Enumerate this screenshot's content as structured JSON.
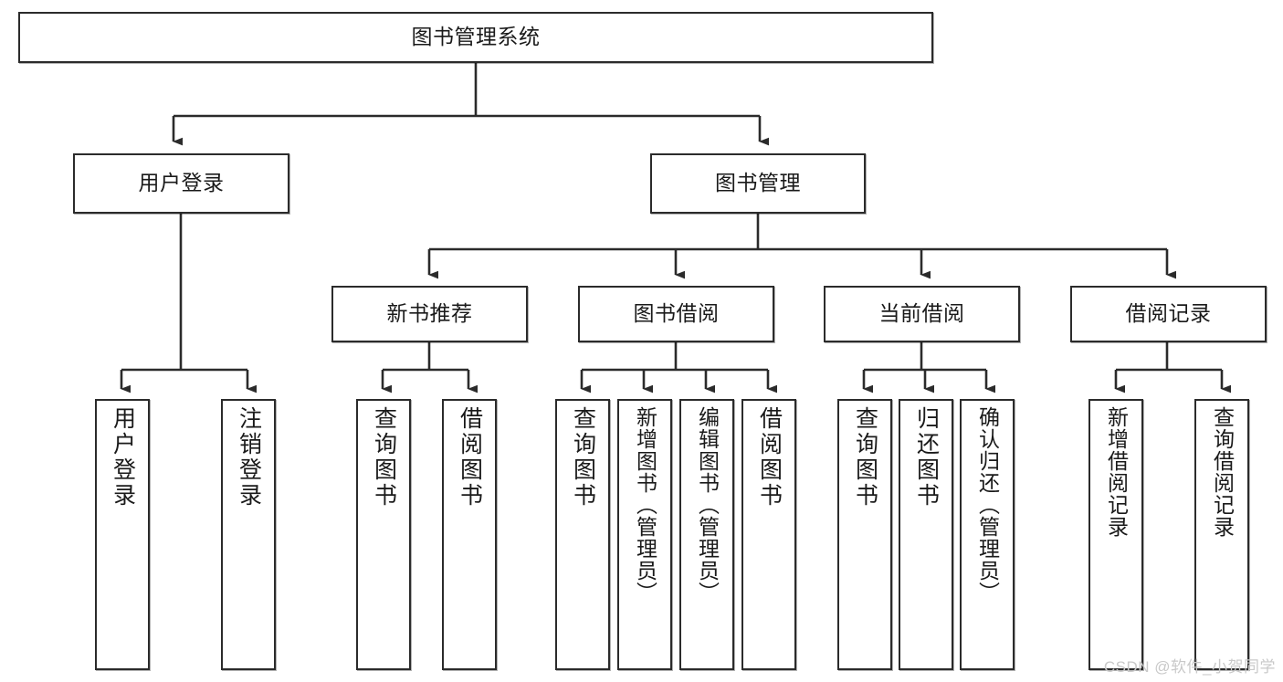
{
  "diagram": {
    "type": "hierarchy-tree",
    "title": "图书管理系统",
    "watermark": "CSDN @软件_小贺同学",
    "colors": {
      "box_border": "#2b2b2b",
      "box_fill": "#ffffff",
      "edge": "#2b2b2b",
      "text": "#1a1a1a",
      "watermark": "#c9c9c9"
    },
    "nodes": {
      "root": {
        "label": "图书管理系统",
        "level": 1
      },
      "l2": [
        {
          "id": "user_login",
          "label": "用户登录",
          "level": 2
        },
        {
          "id": "book_mgmt",
          "label": "图书管理",
          "level": 2
        }
      ],
      "l3": [
        {
          "id": "new_book_rec",
          "label": "新书推荐",
          "level": 3,
          "parent": "book_mgmt"
        },
        {
          "id": "book_borrow",
          "label": "图书借阅",
          "level": 3,
          "parent": "book_mgmt"
        },
        {
          "id": "current_borrow",
          "label": "当前借阅",
          "level": 3,
          "parent": "book_mgmt"
        },
        {
          "id": "borrow_record",
          "label": "借阅记录",
          "level": 3,
          "parent": "book_mgmt"
        }
      ],
      "leaves": [
        {
          "id": "leaf_user_login",
          "label": "用户登录",
          "parent": "user_login"
        },
        {
          "id": "leaf_user_logout",
          "label": "注销登录",
          "parent": "user_login"
        },
        {
          "id": "leaf_query_book_1",
          "label": "查询图书",
          "parent": "new_book_rec"
        },
        {
          "id": "leaf_borrow_book_1",
          "label": "借阅图书",
          "parent": "new_book_rec"
        },
        {
          "id": "leaf_query_book_2",
          "label": "查询图书",
          "parent": "book_borrow"
        },
        {
          "id": "leaf_add_book",
          "label": "新增图书（管理员）",
          "parent": "book_borrow"
        },
        {
          "id": "leaf_edit_book",
          "label": "编辑图书（管理员）",
          "parent": "book_borrow"
        },
        {
          "id": "leaf_borrow_book_2",
          "label": "借阅图书",
          "parent": "book_borrow"
        },
        {
          "id": "leaf_query_book_3",
          "label": "查询图书",
          "parent": "current_borrow"
        },
        {
          "id": "leaf_return_book",
          "label": "归还图书",
          "parent": "current_borrow"
        },
        {
          "id": "leaf_confirm_return",
          "label": "确认归还（管理员）",
          "parent": "current_borrow"
        },
        {
          "id": "leaf_add_record",
          "label": "新增借阅记录",
          "parent": "borrow_record"
        },
        {
          "id": "leaf_query_record",
          "label": "查询借阅记录",
          "parent": "borrow_record"
        }
      ]
    }
  }
}
